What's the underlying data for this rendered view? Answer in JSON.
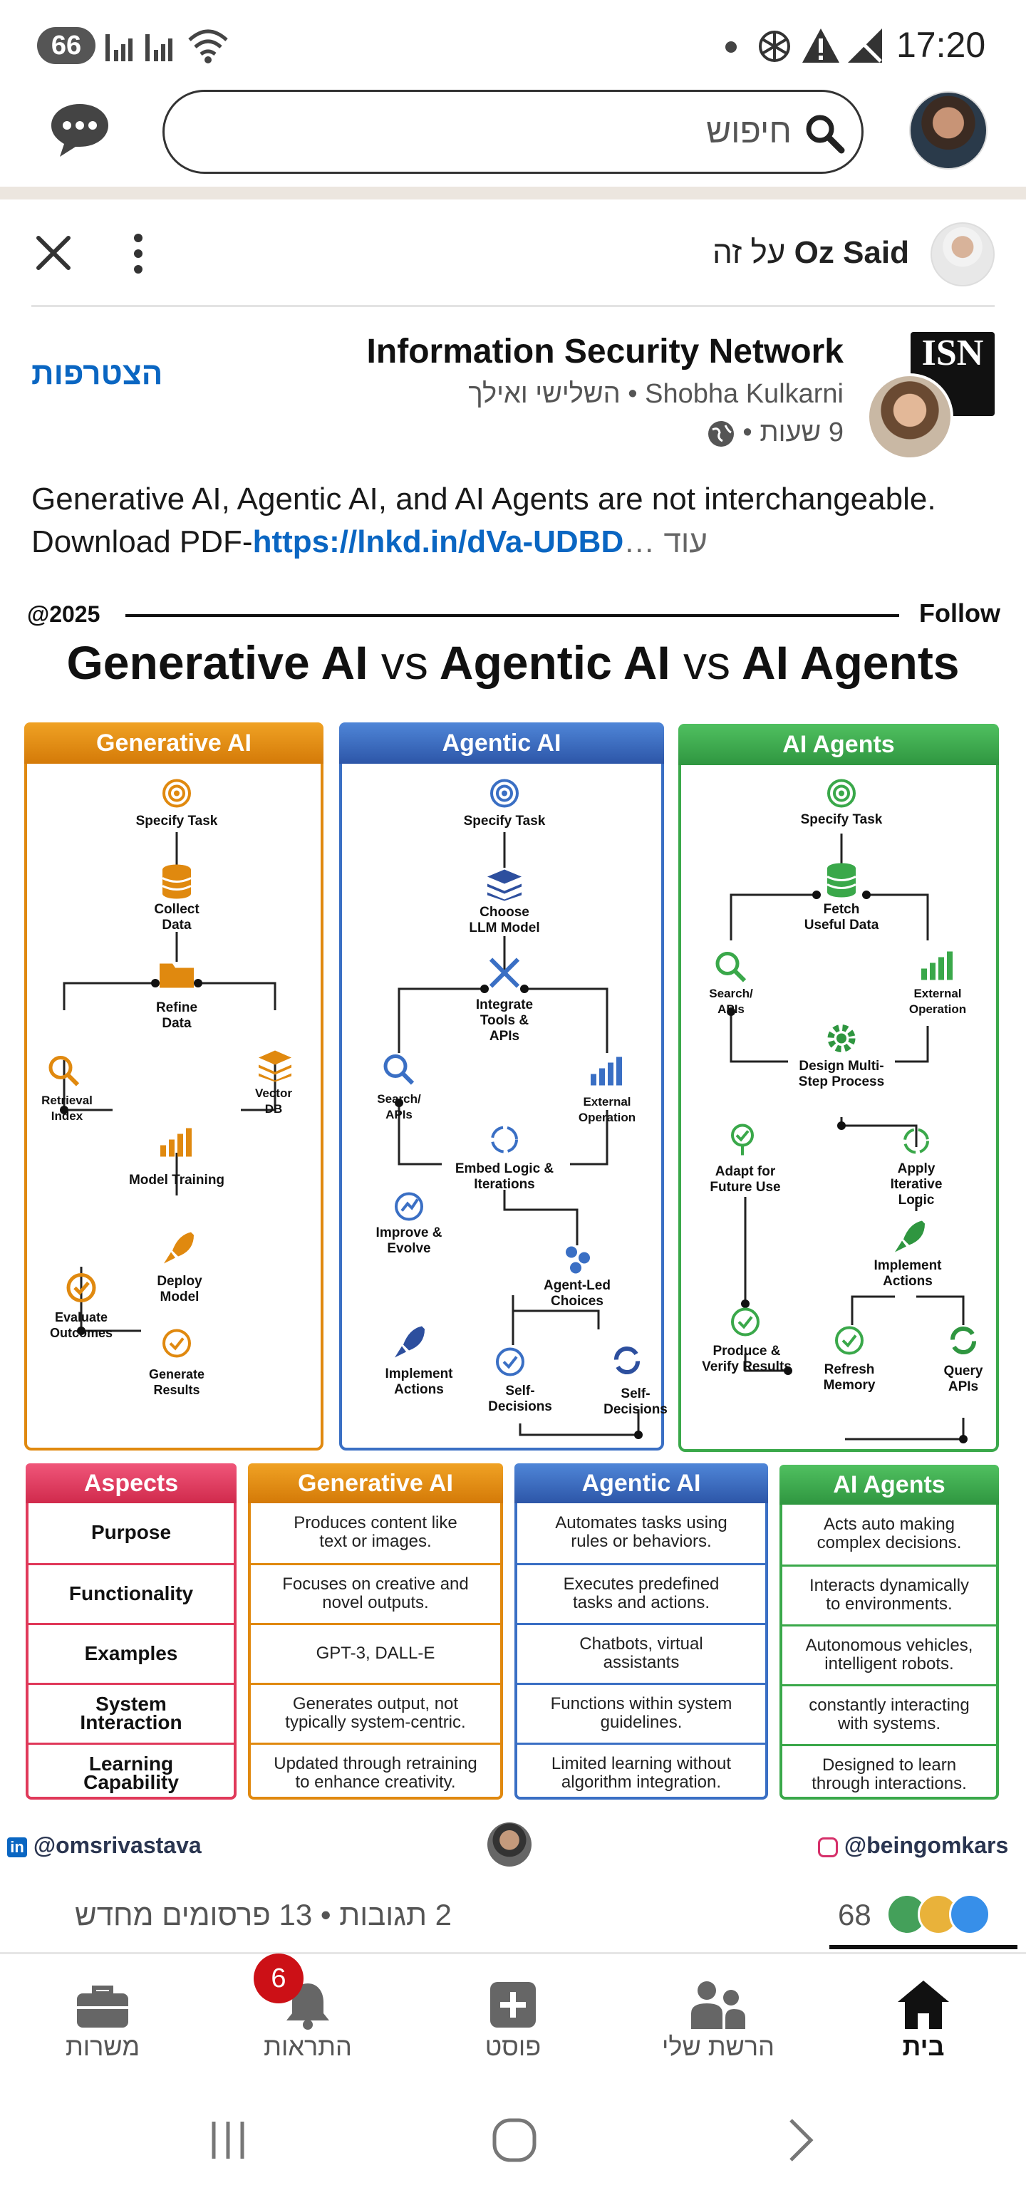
{
  "status_bar": {
    "notification_count": "66",
    "time": "17:20"
  },
  "header": {
    "search_placeholder": "חיפוש"
  },
  "activity": {
    "actor": "Oz Said",
    "action": "על זה"
  },
  "post": {
    "page_name": "Information Security Network",
    "join_label": "הצטרפות",
    "logo_text": "ISN",
    "author": "Shobha Kulkarni",
    "connection": "השלישי ואילך",
    "time_ago": "9 שעות",
    "body_line1": "Generative AI, Agentic AI, and AI Agents are not interchangeable.",
    "body_line2_prefix": "Download PDF-",
    "body_link": "https://lnkd.in/dVa-UDBD",
    "more_label": "… עוד",
    "reactions_count": "68",
    "comments_reposts": "2 תגובות • 13 פרסומים מחדש"
  },
  "infographic": {
    "year_tag": "@2025",
    "follow_label": "Follow",
    "title_part1": "Generative AI",
    "title_vs1": "vs",
    "title_part2": "Agentic AI",
    "title_vs2": "vs",
    "title_part3": "AI Agents",
    "columns": [
      {
        "title": "Generative AI",
        "color": "#e0890f",
        "nodes": [
          "Specify Task",
          "Collect\nData",
          "Refine\nData",
          "Retrieval\nIndex",
          "Vector DB",
          "Model Training",
          "Deploy\nModel",
          "Evaluate\nOutcomes",
          "Generate\nResults"
        ]
      },
      {
        "title": "Agentic AI",
        "color": "#3a6fc4",
        "nodes": [
          "Specify Task",
          "Choose\nLLM Model",
          "Integrate\nTools &\nAPIs",
          "Search/\nAPIs",
          "External\nOperation",
          "Embed Logic &\nIterations",
          "Improve &\nEvolve",
          "Agent-Led\nChoices",
          "Implement\nActions",
          "Self-\nDecisions",
          "Self-\nDecisions"
        ]
      },
      {
        "title": "AI Agents",
        "color": "#3aa84a",
        "nodes": [
          "Specify Task",
          "Fetch\nUseful Data",
          "Search/\nAPIs",
          "External\nOperation",
          "Design Multi-\nStep Process",
          "Adapt for\nFuture Use",
          "Apply Iterative\nLogic",
          "Implement\nActions",
          "Produce &\nVerify Results",
          "Refresh\nMemory",
          "Query\nAPIs"
        ]
      }
    ],
    "table": {
      "aspects_title": "Aspects",
      "aspects": [
        "Purpose",
        "Functionality",
        "Examples",
        "System\nInteraction",
        "Learning\nCapability"
      ],
      "generative": [
        "Produces content like\ntext or images.",
        "Focuses on creative and\nnovel outputs.",
        "GPT-3, DALL-E",
        "Generates output, not\ntypically system-centric.",
        "Updated through retraining\nto enhance creativity."
      ],
      "agentic": [
        "Automates tasks using\nrules or behaviors.",
        "Executes predefined\ntasks and actions.",
        "Chatbots, virtual\nassistants",
        "Functions within system\nguidelines.",
        "Limited learning without\nalgorithm integration."
      ],
      "agents": [
        "Acts auto making\ncomplex decisions.",
        "Interacts dynamically\nto environments.",
        "Autonomous vehicles,\nintelligent robots.",
        "constantly interacting\nwith systems.",
        "Designed to learn\nthrough interactions."
      ]
    },
    "footer_left": "@omsrivastava",
    "footer_right": "@beingomkars"
  },
  "bottom_nav": {
    "items": [
      {
        "label": "משרות",
        "icon": "briefcase-icon"
      },
      {
        "label": "התראות",
        "icon": "bell-icon",
        "badge": "6"
      },
      {
        "label": "פוסט",
        "icon": "plus-square-icon"
      },
      {
        "label": "הרשת שלי",
        "icon": "network-icon"
      },
      {
        "label": "בית",
        "icon": "home-icon"
      }
    ]
  },
  "colors": {
    "link": "#0a66c2",
    "generative": "#e0890f",
    "agentic": "#3a6fc4",
    "agents": "#3aa84a",
    "aspects": "#e0395a"
  }
}
